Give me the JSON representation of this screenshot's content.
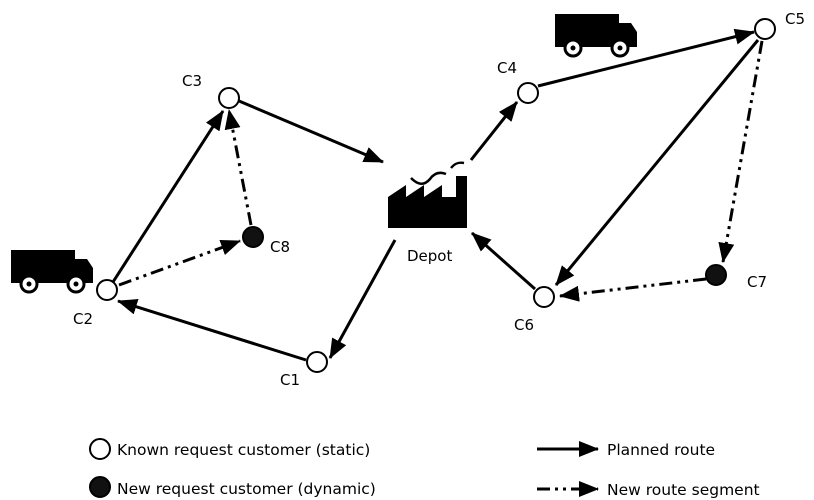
{
  "depot": {
    "label": "Depot"
  },
  "customers": {
    "c1": {
      "label": "C1",
      "type": "known"
    },
    "c2": {
      "label": "C2",
      "type": "known"
    },
    "c3": {
      "label": "C3",
      "type": "known"
    },
    "c4": {
      "label": "C4",
      "type": "known"
    },
    "c5": {
      "label": "C5",
      "type": "known"
    },
    "c6": {
      "label": "C6",
      "type": "known"
    },
    "c7": {
      "label": "C7",
      "type": "new"
    },
    "c8": {
      "label": "C8",
      "type": "new"
    }
  },
  "planned_route": [
    [
      "Depot",
      "C4"
    ],
    [
      "C4",
      "C5"
    ],
    [
      "C5",
      "C6"
    ],
    [
      "C6",
      "Depot"
    ],
    [
      "Depot",
      "C1"
    ],
    [
      "C1",
      "C2"
    ],
    [
      "C2",
      "C3"
    ],
    [
      "C3",
      "Depot"
    ]
  ],
  "new_route_segments": [
    [
      "C2",
      "C8"
    ],
    [
      "C8",
      "C3"
    ],
    [
      "C5",
      "C7"
    ],
    [
      "C7",
      "C6"
    ]
  ],
  "legend": {
    "known": "Known request customer (static)",
    "new": "New request customer (dynamic)",
    "planned": "Planned route",
    "segment": "New route segment"
  },
  "colors": {
    "ink": "#000000",
    "background": "#ffffff",
    "known_fill": "#ffffff",
    "new_fill": "#111111"
  },
  "icons": {
    "vehicle": "van-icon",
    "depot": "factory-icon"
  }
}
